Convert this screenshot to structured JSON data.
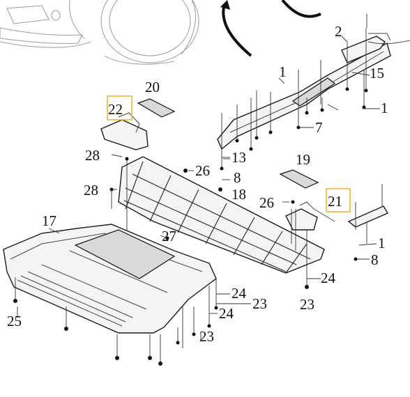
{
  "callouts": {
    "c1_top": "1",
    "c2": "2",
    "c15": "15",
    "c1_right_top": "1",
    "c7": "7",
    "c13": "13",
    "c8_mid": "8",
    "c20": "20",
    "c22": "22",
    "c28_top": "28",
    "c26_mid": "26",
    "c28_low": "28",
    "c18": "18",
    "c19": "19",
    "c26_right": "26",
    "c21": "21",
    "c1_right_low": "1",
    "c8_right": "8",
    "c17": "17",
    "c27": "27",
    "c24_a": "24",
    "c24_b": "24",
    "c24_right": "24",
    "c23_a": "23",
    "c23_b": "23",
    "c23_right": "23",
    "c25": "25"
  },
  "highlight_color": "#f0b63a"
}
